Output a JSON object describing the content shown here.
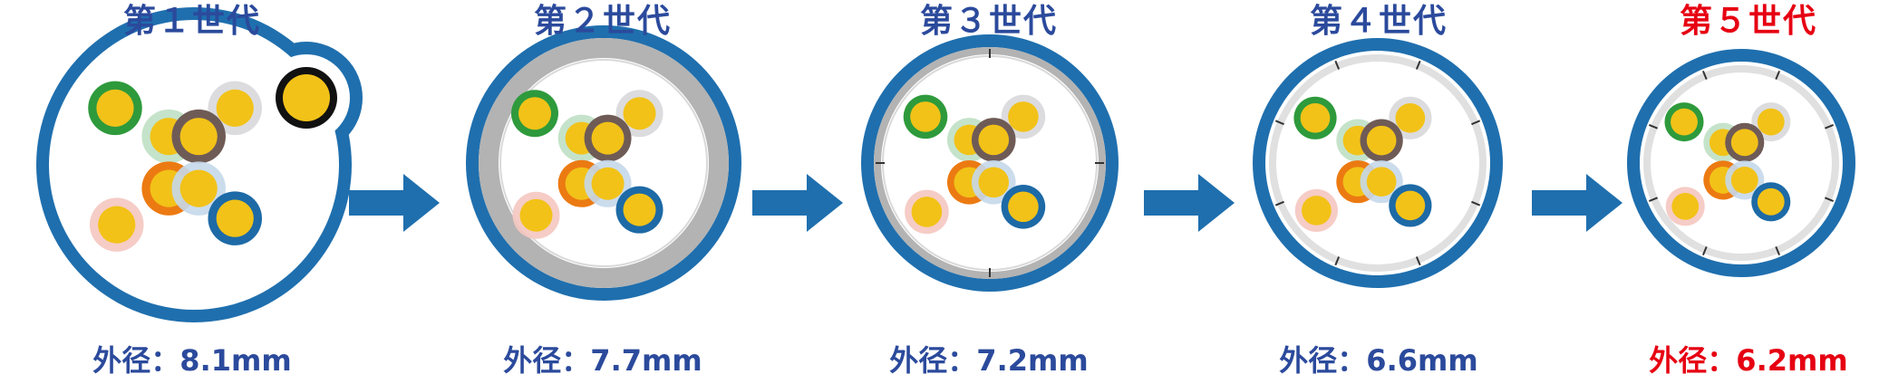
{
  "generations": [
    {
      "title": "第１世代",
      "diameter": "外径：8.1mm"
    },
    {
      "title": "第２世代",
      "diameter": "外径：7.7mm"
    },
    {
      "title": "第３世代",
      "diameter": "外径：7.2mm"
    },
    {
      "title": "第４世代",
      "diameter": "外径：6.6mm"
    },
    {
      "title": "第５世代",
      "diameter": "外径：6.2mm"
    }
  ],
  "colors": {
    "title": "#2b4a9c",
    "highlight": "#e60012",
    "jacket": "#1f6fae",
    "arrow": "#1f6fae",
    "shield": "#b3b3b3",
    "conductor": "#f2c218",
    "pairs": [
      "#2e9a3c",
      "#bfe0c4",
      "#6f5b56",
      "#d8d8dc",
      "#ec7a12",
      "#c5d8ea",
      "#f5c6c0",
      "#1d6aa6"
    ]
  }
}
